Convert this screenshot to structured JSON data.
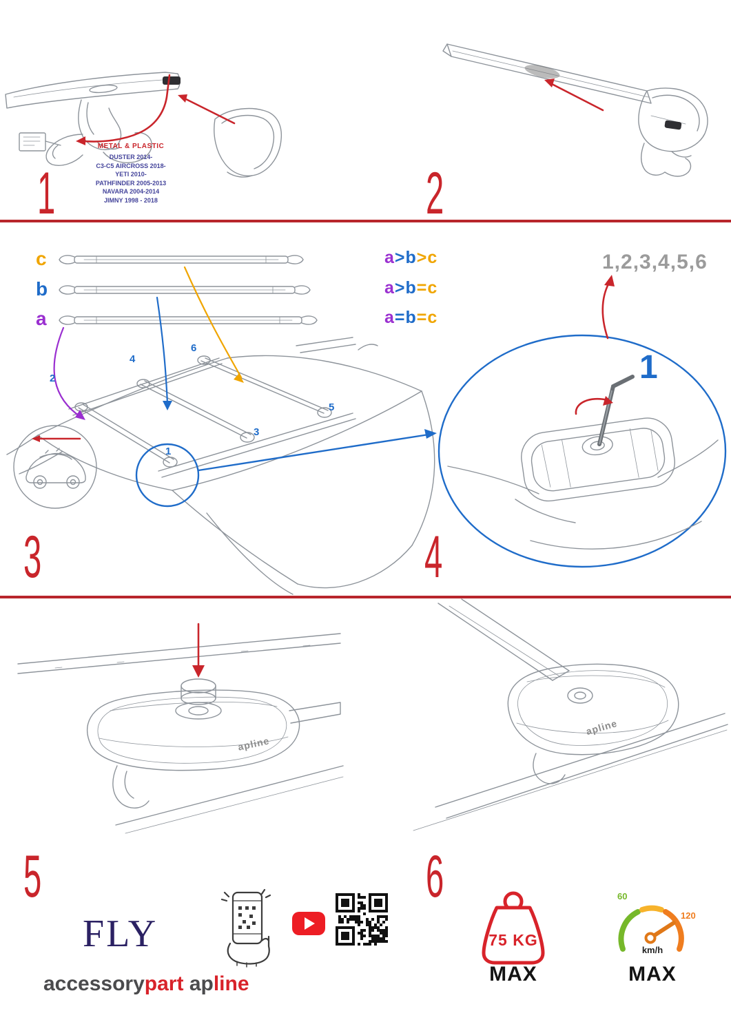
{
  "colors": {
    "red": "#c9252b",
    "blue": "#1f6cc9",
    "purple": "#9a2fd0",
    "orange": "#f0a500",
    "navy": "#2b2163",
    "gray": "#9b9b9b"
  },
  "steps": [
    "1",
    "2",
    "3",
    "4",
    "5",
    "6"
  ],
  "panel1": {
    "material": "METAL & PLASTIC",
    "models": [
      "DUSTER 2014-",
      "C3-C5 AIRCROSS 2018-",
      "YETI 2010-",
      "PATHFINDER 2005-2013",
      "NAVARA 2004-2014",
      "JIMNY 1998 - 2018"
    ]
  },
  "panel3": {
    "bar_labels": [
      "c",
      "b",
      "a"
    ],
    "comparisons": [
      [
        "a",
        ">",
        "b",
        ">",
        "c"
      ],
      [
        "a",
        ">",
        "b",
        "=",
        "c"
      ],
      [
        "a",
        "=",
        "b",
        "=",
        "c"
      ]
    ],
    "positions": [
      "1",
      "2",
      "3",
      "4",
      "5",
      "6"
    ]
  },
  "panel4": {
    "sequence": "1,2,3,4,5,6",
    "highlight": "1"
  },
  "brand": {
    "fly": "FLY",
    "accessory": "accessory",
    "part": "part",
    "ap": "ap",
    "line": "line",
    "foot_logo": "apline"
  },
  "footer": {
    "weight": "75 KG",
    "max_weight": "MAX",
    "max_speed": "MAX",
    "tick_60": "60",
    "tick_120": "120",
    "unit": "km/h"
  }
}
